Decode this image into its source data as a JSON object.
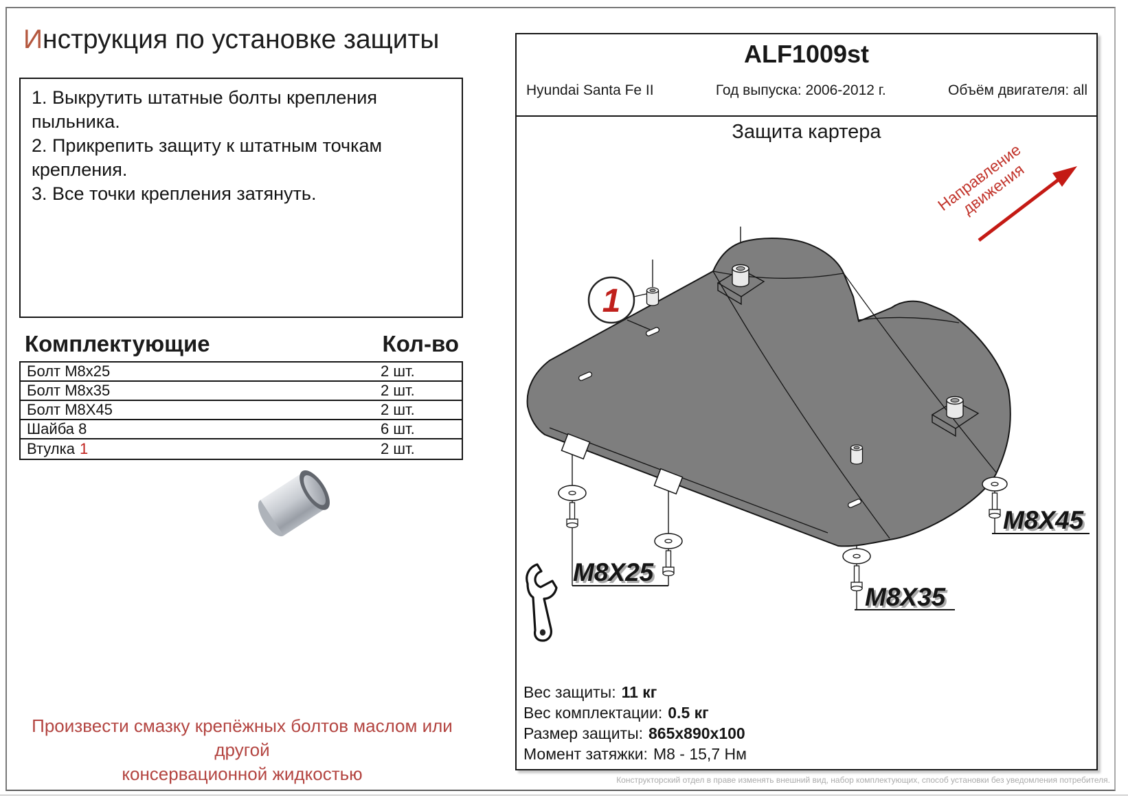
{
  "title": {
    "first_letter": "И",
    "rest": "нструкция по установке защиты"
  },
  "instructions": {
    "steps": [
      "1. Выкрутить штатные болты крепления\nпыльника.",
      "2. Прикрепить защиту к штатным точкам\nкрепления.",
      "3. Все точки крепления затянуть."
    ]
  },
  "components": {
    "header": "Комплектующие",
    "qty_header": "Кол-во",
    "rows": [
      {
        "name": "Болт М8х25",
        "qty": "2 шт."
      },
      {
        "name": "Болт М8х35",
        "qty": "2 шт."
      },
      {
        "name": "Болт М8Х45",
        "qty": "2 шт."
      },
      {
        "name": "Шайба 8",
        "qty": "6 шт."
      },
      {
        "name": "Втулка",
        "mark": "1",
        "qty": "2 шт."
      }
    ]
  },
  "note": "Произвести смазку крепёжных болтов маслом или другой\nконсервационной жидкостью",
  "panel": {
    "code": "ALF1009st",
    "car": "Hyundai Santa Fe II",
    "year": "Год выпуска: 2006-2012 г.",
    "engine": "Объём двигателя: all",
    "subtitle": "Защита картера",
    "direction": {
      "line1": "Направление",
      "line2": "движения"
    },
    "callout": "1",
    "labels": {
      "m8x25": "M8X25",
      "m8x35": "M8X35",
      "m8x45": "M8X45"
    },
    "stats": [
      {
        "label": "Вес защиты:",
        "value": "11 кг"
      },
      {
        "label": "Вес комплектации:",
        "value": "0.5 кг"
      },
      {
        "label": "Размер защиты:",
        "value": "865x890x100"
      },
      {
        "label": "Момент затяжки:",
        "value": "М8 - 15,7 Нм"
      }
    ],
    "footer": "Конструкторский отдел в праве изменять внешний вид, набор комплектующих, способ установки без уведомления потребителя."
  },
  "colors": {
    "accent_red": "#c0201c",
    "note_red": "#b34440",
    "title_accent": "#b4573e",
    "plate_gray": "#7e7e7e",
    "footer_gray": "#ababab"
  }
}
